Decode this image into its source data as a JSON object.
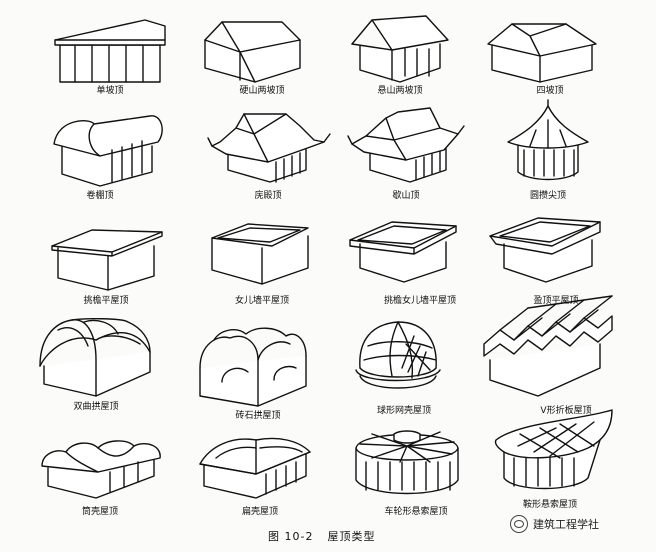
{
  "figure": {
    "caption_number": "图 10-2",
    "caption_title": "屋顶类型",
    "watermark": "建筑工程学社"
  },
  "roof_types": [
    {
      "label": "单坡顶",
      "shape": "monopitch"
    },
    {
      "label": "硬山两坡顶",
      "shape": "gable-flush"
    },
    {
      "label": "悬山两坡顶",
      "shape": "gable-overhang"
    },
    {
      "label": "四坡顶",
      "shape": "hip"
    },
    {
      "label": "卷棚顶",
      "shape": "rolled"
    },
    {
      "label": "庑殿顶",
      "shape": "hip-upturned"
    },
    {
      "label": "歇山顶",
      "shape": "hip-gable"
    },
    {
      "label": "圆攒尖顶",
      "shape": "round-pyramidal"
    },
    {
      "label": "挑檐平屋顶",
      "shape": "flat-eaves"
    },
    {
      "label": "女儿墙平屋顶",
      "shape": "flat-parapet"
    },
    {
      "label": "挑檐女儿墙平屋顶",
      "shape": "flat-eaves-parapet"
    },
    {
      "label": "盈顶平屋顶",
      "shape": "flat-lu"
    },
    {
      "label": "双曲拱屋顶",
      "shape": "double-curved-arch"
    },
    {
      "label": "砖石拱屋顶",
      "shape": "masonry-arch"
    },
    {
      "label": "球形网壳屋顶",
      "shape": "spherical-shell"
    },
    {
      "label": "V形折板屋顶",
      "shape": "v-folded"
    },
    {
      "label": "筒壳屋顶",
      "shape": "barrel-shell"
    },
    {
      "label": "扁壳屋顶",
      "shape": "flat-shell"
    },
    {
      "label": "车轮形悬索屋顶",
      "shape": "wheel-suspension"
    },
    {
      "label": "鞍形悬索屋顶",
      "shape": "saddle-suspension"
    }
  ]
}
